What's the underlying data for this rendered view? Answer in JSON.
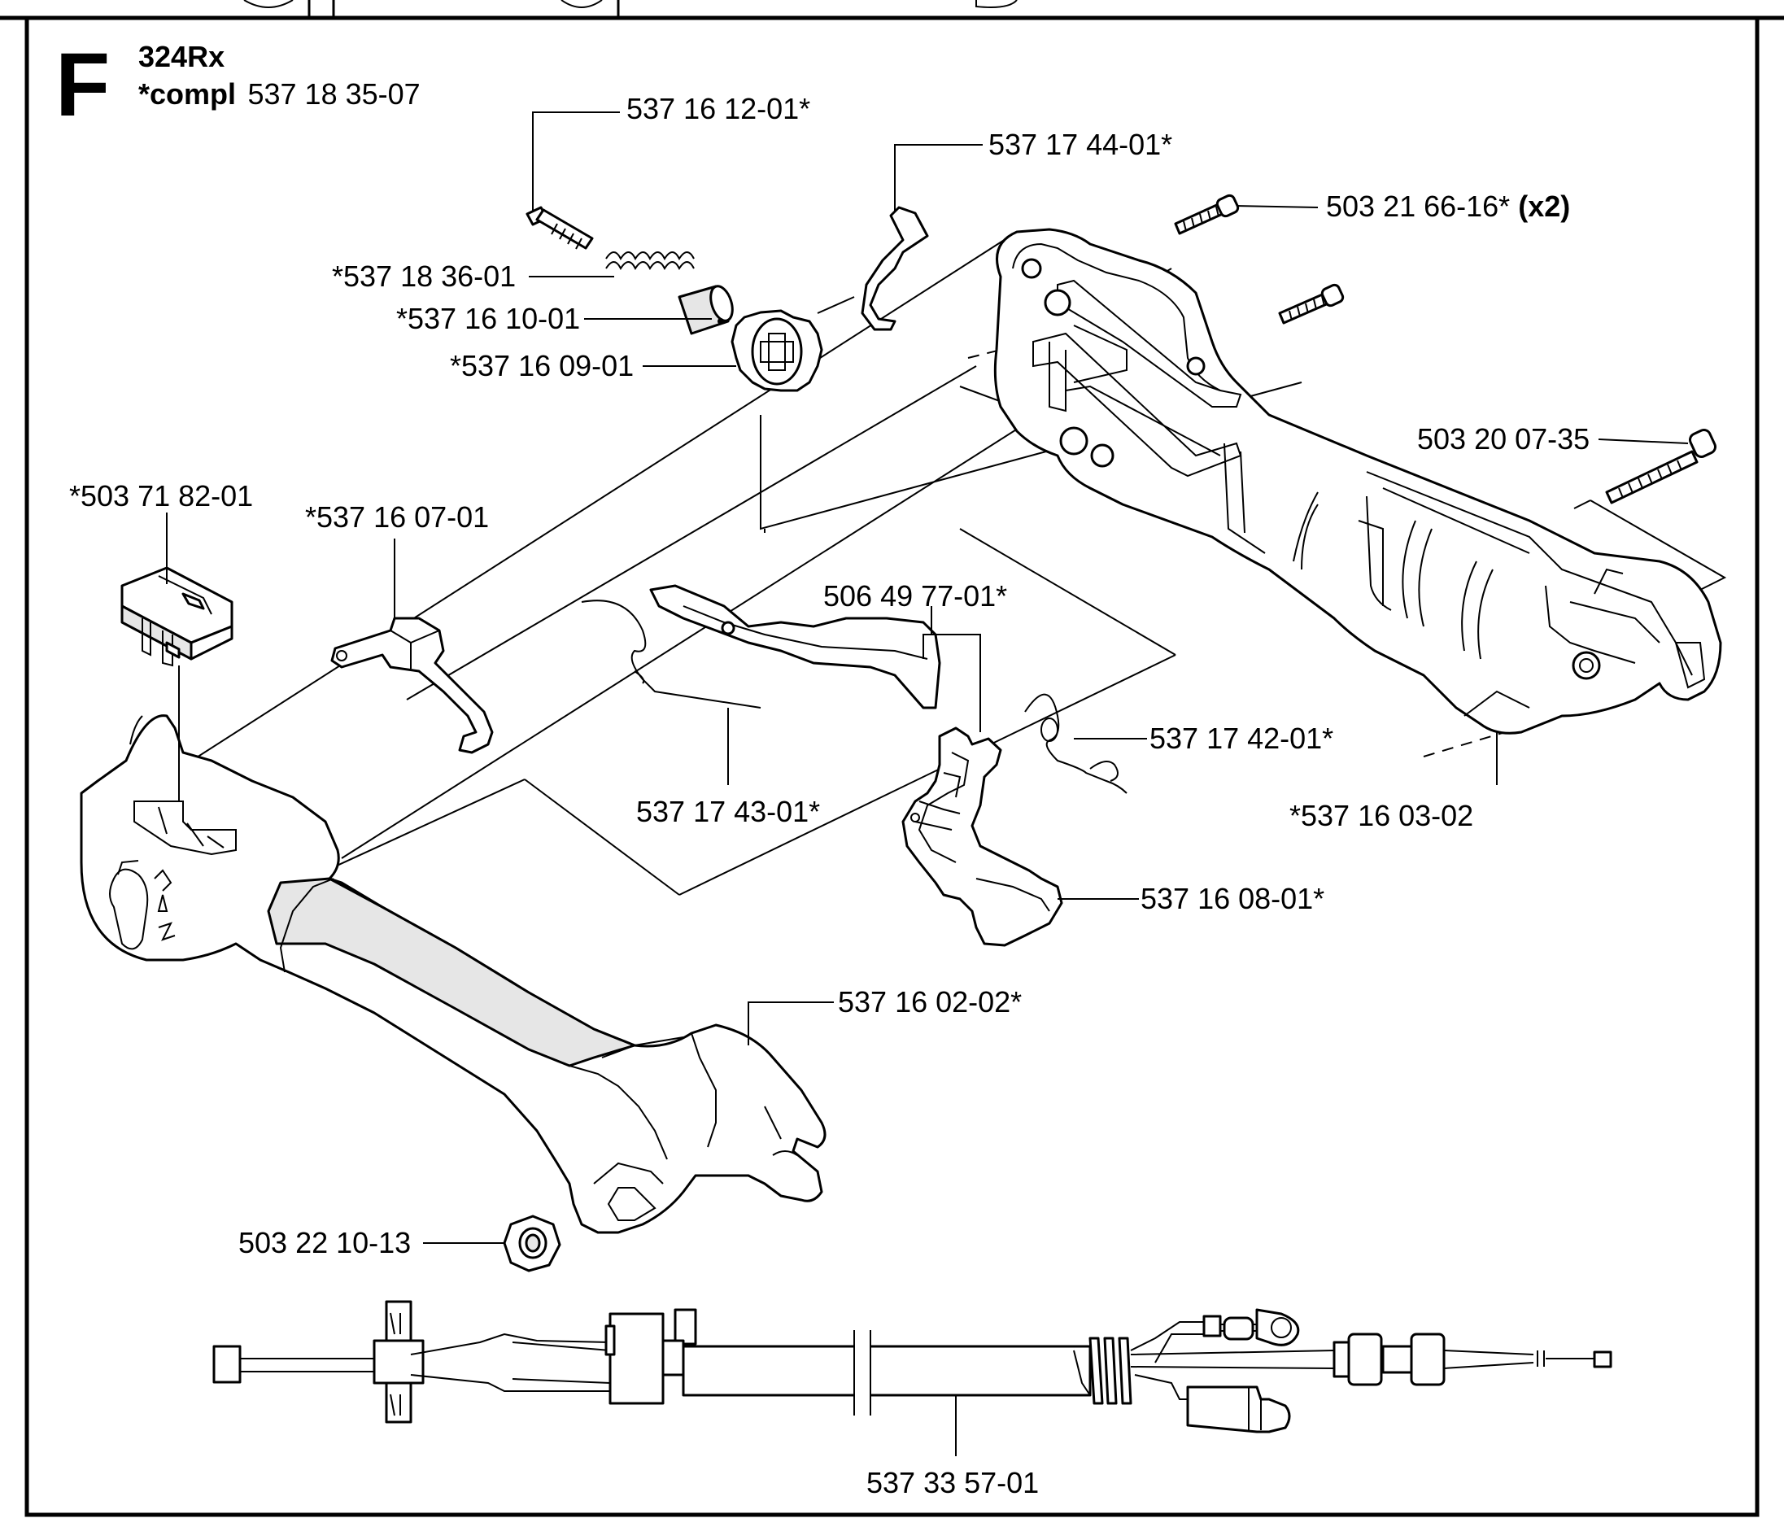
{
  "section": {
    "letter": "F",
    "model": "324Rx",
    "compl_prefix": "*compl",
    "compl_number": "537 18 35-07"
  },
  "labels": {
    "p537161201": "537 16 12-01*",
    "p537174401": "537 17 44-01*",
    "p503216616": "503 21 66-16*",
    "p503216616_qty": "(x2)",
    "p537183601": "*537 18 36-01",
    "p537161001": "*537 16 10-01",
    "p537160901": "*537 16 09-01",
    "p503200735": "503 20 07-35",
    "p503718201": "*503 71 82-01",
    "p537160701": "*537 16 07-01",
    "p506497701": "506 49 77-01*",
    "p537174201": "537 17 42-01*",
    "p537174301": "537 17 43-01*",
    "p537160302": "*537 16 03-02",
    "p537160801": "537 16 08-01*",
    "p537160202": "537 16 02-02*",
    "p503221013": "503 22 10-13",
    "p537335701": "537 33 57-01"
  }
}
